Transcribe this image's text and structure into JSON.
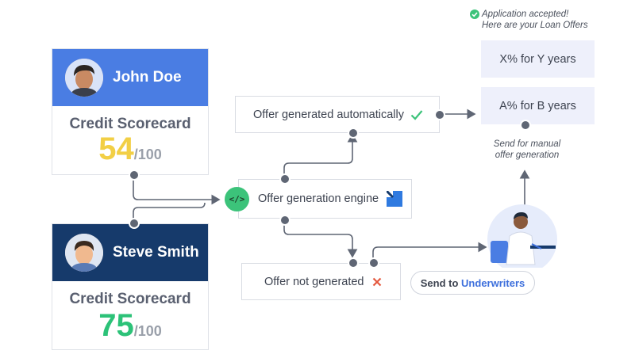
{
  "status": {
    "accepted_line1": "Application accepted!",
    "accepted_line2": "Here are your Loan Offers"
  },
  "offers": {
    "offer1": "X% for Y years",
    "offer2": "A% for B years"
  },
  "manual_note": {
    "line1": "Send for manual",
    "line2": "offer generation"
  },
  "applicant1": {
    "name": "John Doe",
    "score_title": "Credit Scorecard",
    "score": "54",
    "score_denominator": "/100",
    "score_color": "#f2cf45",
    "header_color": "#4a7de3"
  },
  "applicant2": {
    "name": "Steve Smith",
    "score_title": "Credit Scorecard",
    "score": "75",
    "score_denominator": "/100",
    "score_color": "#2cc278",
    "header_color": "#163a6b"
  },
  "flow": {
    "auto": "Offer generated automatically",
    "engine": "Offer generation engine",
    "engine_icon": "</>",
    "not_generated": "Offer not generated"
  },
  "send": {
    "prefix": "Send to",
    "target": "Underwriters"
  },
  "colors": {
    "check_green": "#3cc37a",
    "cross_red": "#e4583e",
    "offer_bg": "#eef0fb",
    "accent_blue": "#3d6fdc",
    "line": "#5f6674"
  }
}
